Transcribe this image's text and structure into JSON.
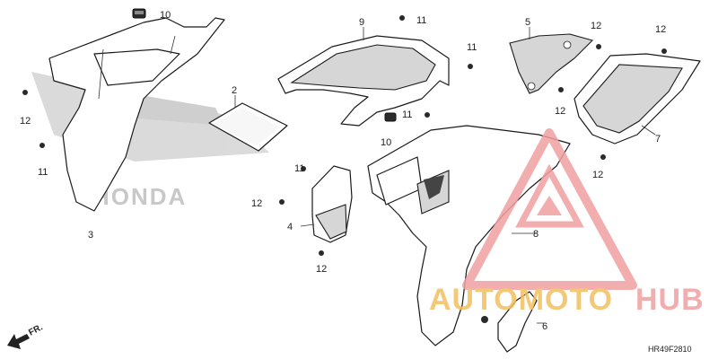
{
  "diagram": {
    "code": "HR49F2810",
    "direction_label": "FR.",
    "callouts": [
      "10",
      "2",
      "12",
      "11",
      "3",
      "9",
      "11",
      "11",
      "10",
      "11",
      "11",
      "12",
      "4",
      "12",
      "5",
      "12",
      "12",
      "12",
      "7",
      "12",
      "8",
      "6"
    ]
  },
  "watermark": {
    "brand_word_1": "AUTOMOTO",
    "brand_word_2": "HUB",
    "colors": {
      "primary": "#f0a0a0",
      "accent": "#f2c060"
    }
  },
  "logo": {
    "text": "HONDA"
  }
}
